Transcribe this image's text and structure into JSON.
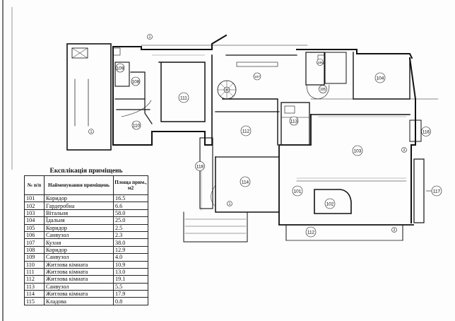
{
  "legend": {
    "title": "Експлікація приміщень",
    "headers": {
      "number": "№ п/п",
      "name": "Найменування приміщень",
      "area": "Площа прим., м2"
    },
    "rows": [
      {
        "no": "101",
        "name": "Коридор",
        "area": "16.5"
      },
      {
        "no": "102",
        "name": "Гардеробна",
        "area": "6.6"
      },
      {
        "no": "103",
        "name": "Вітальня",
        "area": "58.0"
      },
      {
        "no": "104",
        "name": "Їдальня",
        "area": "25.0"
      },
      {
        "no": "105",
        "name": "Коридор",
        "area": "2.5"
      },
      {
        "no": "106",
        "name": "Санвузол",
        "area": "2.3"
      },
      {
        "no": "107",
        "name": "Кухня",
        "area": "38.0"
      },
      {
        "no": "108",
        "name": "Коридор",
        "area": "12.9"
      },
      {
        "no": "109",
        "name": "Санвузол",
        "area": "4.0"
      },
      {
        "no": "110",
        "name": "Житлова кімната",
        "area": "10.9"
      },
      {
        "no": "111",
        "name": "Житлова кімната",
        "area": "13.0"
      },
      {
        "no": "112",
        "name": "Житлова кімната",
        "area": "19.1"
      },
      {
        "no": "113",
        "name": "Санвузол",
        "area": "5.5"
      },
      {
        "no": "114",
        "name": "Житлова кімната",
        "area": "17.9"
      },
      {
        "no": "115",
        "name": "Кладова",
        "area": "0.8"
      }
    ]
  },
  "rooms": {
    "r101": "101",
    "r102": "102",
    "r103": "103",
    "r104": "104",
    "r105": "105",
    "r106": "106",
    "r107": "107",
    "r108": "108",
    "r109": "109",
    "r110": "110",
    "r111": "111",
    "r112a": "112",
    "r112b": "112",
    "r113": "113",
    "r114": "114",
    "r116": "116",
    "r117": "117",
    "r118": "118"
  },
  "axes": {
    "a1_top": "1",
    "a1_left": "1",
    "a1_bottom": "1",
    "a2_mid": "2",
    "a2_bottom": "2"
  }
}
